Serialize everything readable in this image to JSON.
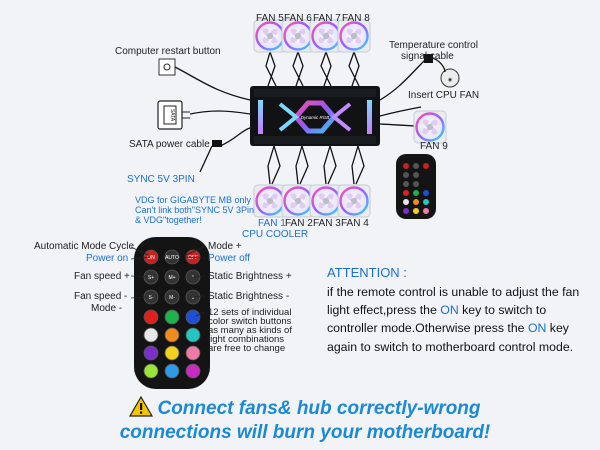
{
  "fans_top": [
    "FAN 5",
    "FAN 6",
    "FAN 7",
    "FAN 8"
  ],
  "fans_bottom": [
    "FAN 1",
    "FAN 2",
    "FAN 3",
    "FAN 4"
  ],
  "fan_right": "FAN 9",
  "cpu_cooler": "CPU COOLER",
  "restart_button": "Computer restart button",
  "temp_cable_line1": "Temperature control",
  "temp_cable_line2": "signal cable",
  "insert_cpu_fan": "Insert CPU FAN",
  "sata_label": "SATA power cable",
  "sync_label": "SYNC 5V 3PIN",
  "vdg_note": [
    "VDG for GIGABYTE MB only",
    "Can't link both\"SYNC 5V 3Pin",
    "& VDG\"together!"
  ],
  "hub_brand": "Dynamic RGB",
  "remote_labels": {
    "auto_cycle": "Automatic Mode Cycle",
    "power_on": "Power on",
    "mode_plus": "Mode +",
    "power_off": "Power off",
    "fan_speed_plus": "Fan speed +",
    "static_plus": "Static Brightness +",
    "fan_speed_minus": "Fan speed -",
    "mode_minus": "Mode  -",
    "static_minus": "Static Brightness -",
    "color_note": [
      "12 sets of individual",
      "color switch buttons",
      "as many as kinds of",
      "light combinations",
      "are free to change"
    ]
  },
  "remote_buttons": [
    "ON",
    "AUTO",
    "OFF",
    "S+",
    "M+",
    "S-",
    "M-"
  ],
  "attention": {
    "title": "ATTENTION :",
    "p1": "if the remote control is unable to adjust the fan light effect,press the ",
    "on1": "ON",
    "p2": " key to switch to controller mode.Otherwise press the ",
    "on2": "ON",
    "p3": " key again to switch to motherboard control mode."
  },
  "warning": [
    "Connect fans& hub correctly-wrong",
    "connections will burn your motherboard!"
  ],
  "colors": {
    "blue_text": "#1a6fd1",
    "warning_text": "#1a8ad6",
    "remote_body": "#141414",
    "color_buttons": [
      "#e0201b",
      "#1fb24a",
      "#1d4fd8",
      "#e8e8e8",
      "#f28a1c",
      "#23c7c2",
      "#7a2fc9",
      "#f2d21e",
      "#f07aa6",
      "#9be53a",
      "#2e9ae8",
      "#c92ac2"
    ]
  }
}
